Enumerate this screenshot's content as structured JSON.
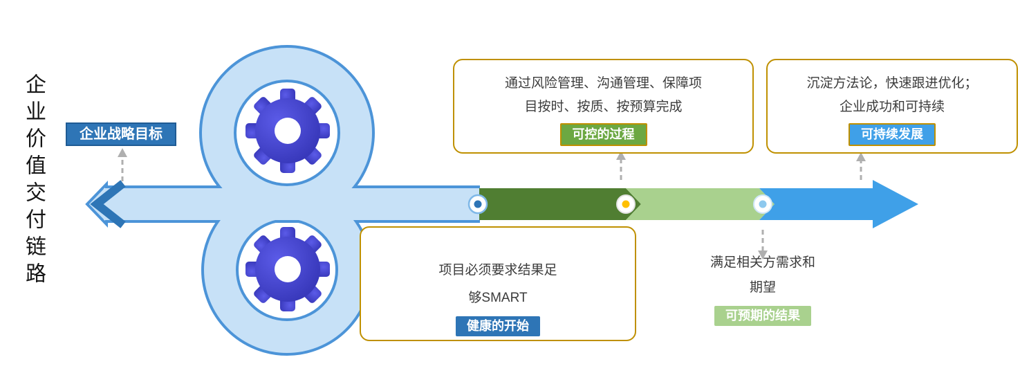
{
  "page": {
    "title": "企业价值交付链路",
    "background": "#FFFFFF"
  },
  "strategic_goal": {
    "label": "企业战略目标"
  },
  "callouts": {
    "process": {
      "line1": "通过风险管理、沟通管理、保障项",
      "line2": "目按时、按质、按预算完成",
      "badge": "可控的过程"
    },
    "sustain": {
      "line1": "沉淀方法论，快速跟进优化；",
      "line2": "企业成功和可持续",
      "badge": "可持续发展"
    },
    "start": {
      "line1": "项目必须要求结果足",
      "line2": "够SMART",
      "badge": "健康的开始"
    },
    "result": {
      "line1": "满足相关方需求和",
      "line2": "期望",
      "badge": "可预期的结果"
    }
  },
  "icons": {
    "gears": [
      "gear-icon",
      "gear-icon"
    ],
    "milestones": [
      "milestone-dot-blue",
      "milestone-dot-orange",
      "milestone-dot-lightblue"
    ]
  },
  "colors": {
    "ribbon_fill": "#C7E1F7",
    "ribbon_outline": "#4C94D8",
    "ribbon_chevron": "#2E75B6",
    "gear_blue": "#4040C8",
    "segment_dark_green": "#507E32",
    "segment_light_green": "#A9D18E",
    "segment_blue": "#3FA0E8",
    "callout_border": "#BF9000",
    "badge_green": "#6CA842",
    "badge_blue": "#3FA0E8",
    "badge_dark_blue": "#2E75B6",
    "badge_light_green": "#A9D18E",
    "milestone_orange": "#FFC000",
    "connector_gray": "#AFAFAF"
  }
}
